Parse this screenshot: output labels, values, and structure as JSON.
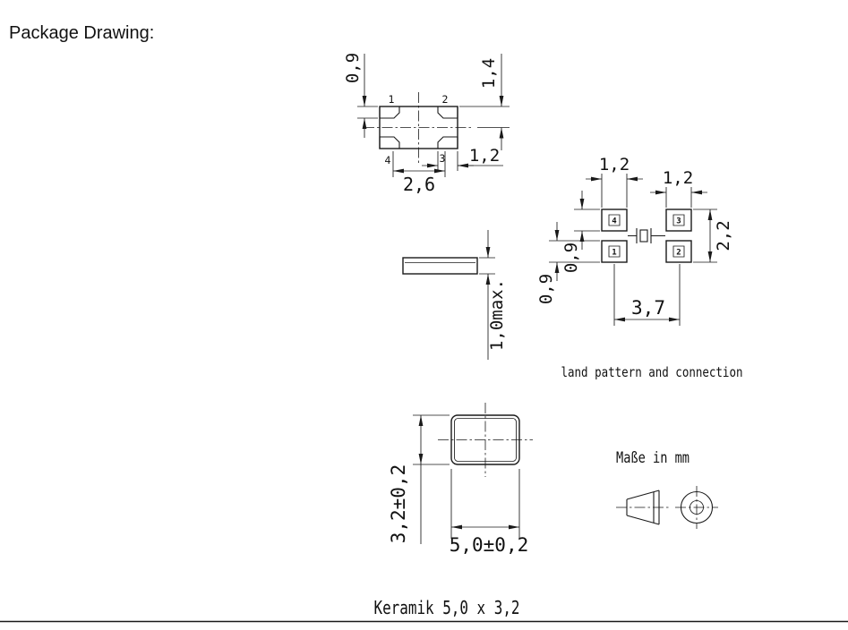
{
  "header": {
    "title": "Package Drawing:"
  },
  "colors": {
    "ink": "#1a1a1a",
    "background": "#ffffff"
  },
  "top_view": {
    "pin1": "1",
    "pin2": "2",
    "pin3": "3",
    "pin4": "4",
    "dim_pad_height": "0,9",
    "dim_pad_to_center": "1,4",
    "dim_pad_width": "1,2",
    "dim_inner_span": "2,6"
  },
  "side_view": {
    "dim_max_height": "1,0max."
  },
  "land_pattern": {
    "pad1": "1",
    "pad2": "2",
    "pad3": "3",
    "pad4": "4",
    "dim_pad_width_left": "1,2",
    "dim_pad_width_right": "1,2",
    "dim_overall_height": "2,2",
    "dim_pad_height_upper": "0,9",
    "dim_pad_height_lower": "0,9",
    "dim_pad_span": "3,7",
    "caption": "land pattern and connection"
  },
  "bottom_view": {
    "dim_body_width": "5,0±0,2",
    "dim_body_height": "3,2±0,2"
  },
  "units_note": "Maße in mm",
  "footer": {
    "caption": "Keramik 5,0 x 3,2"
  }
}
